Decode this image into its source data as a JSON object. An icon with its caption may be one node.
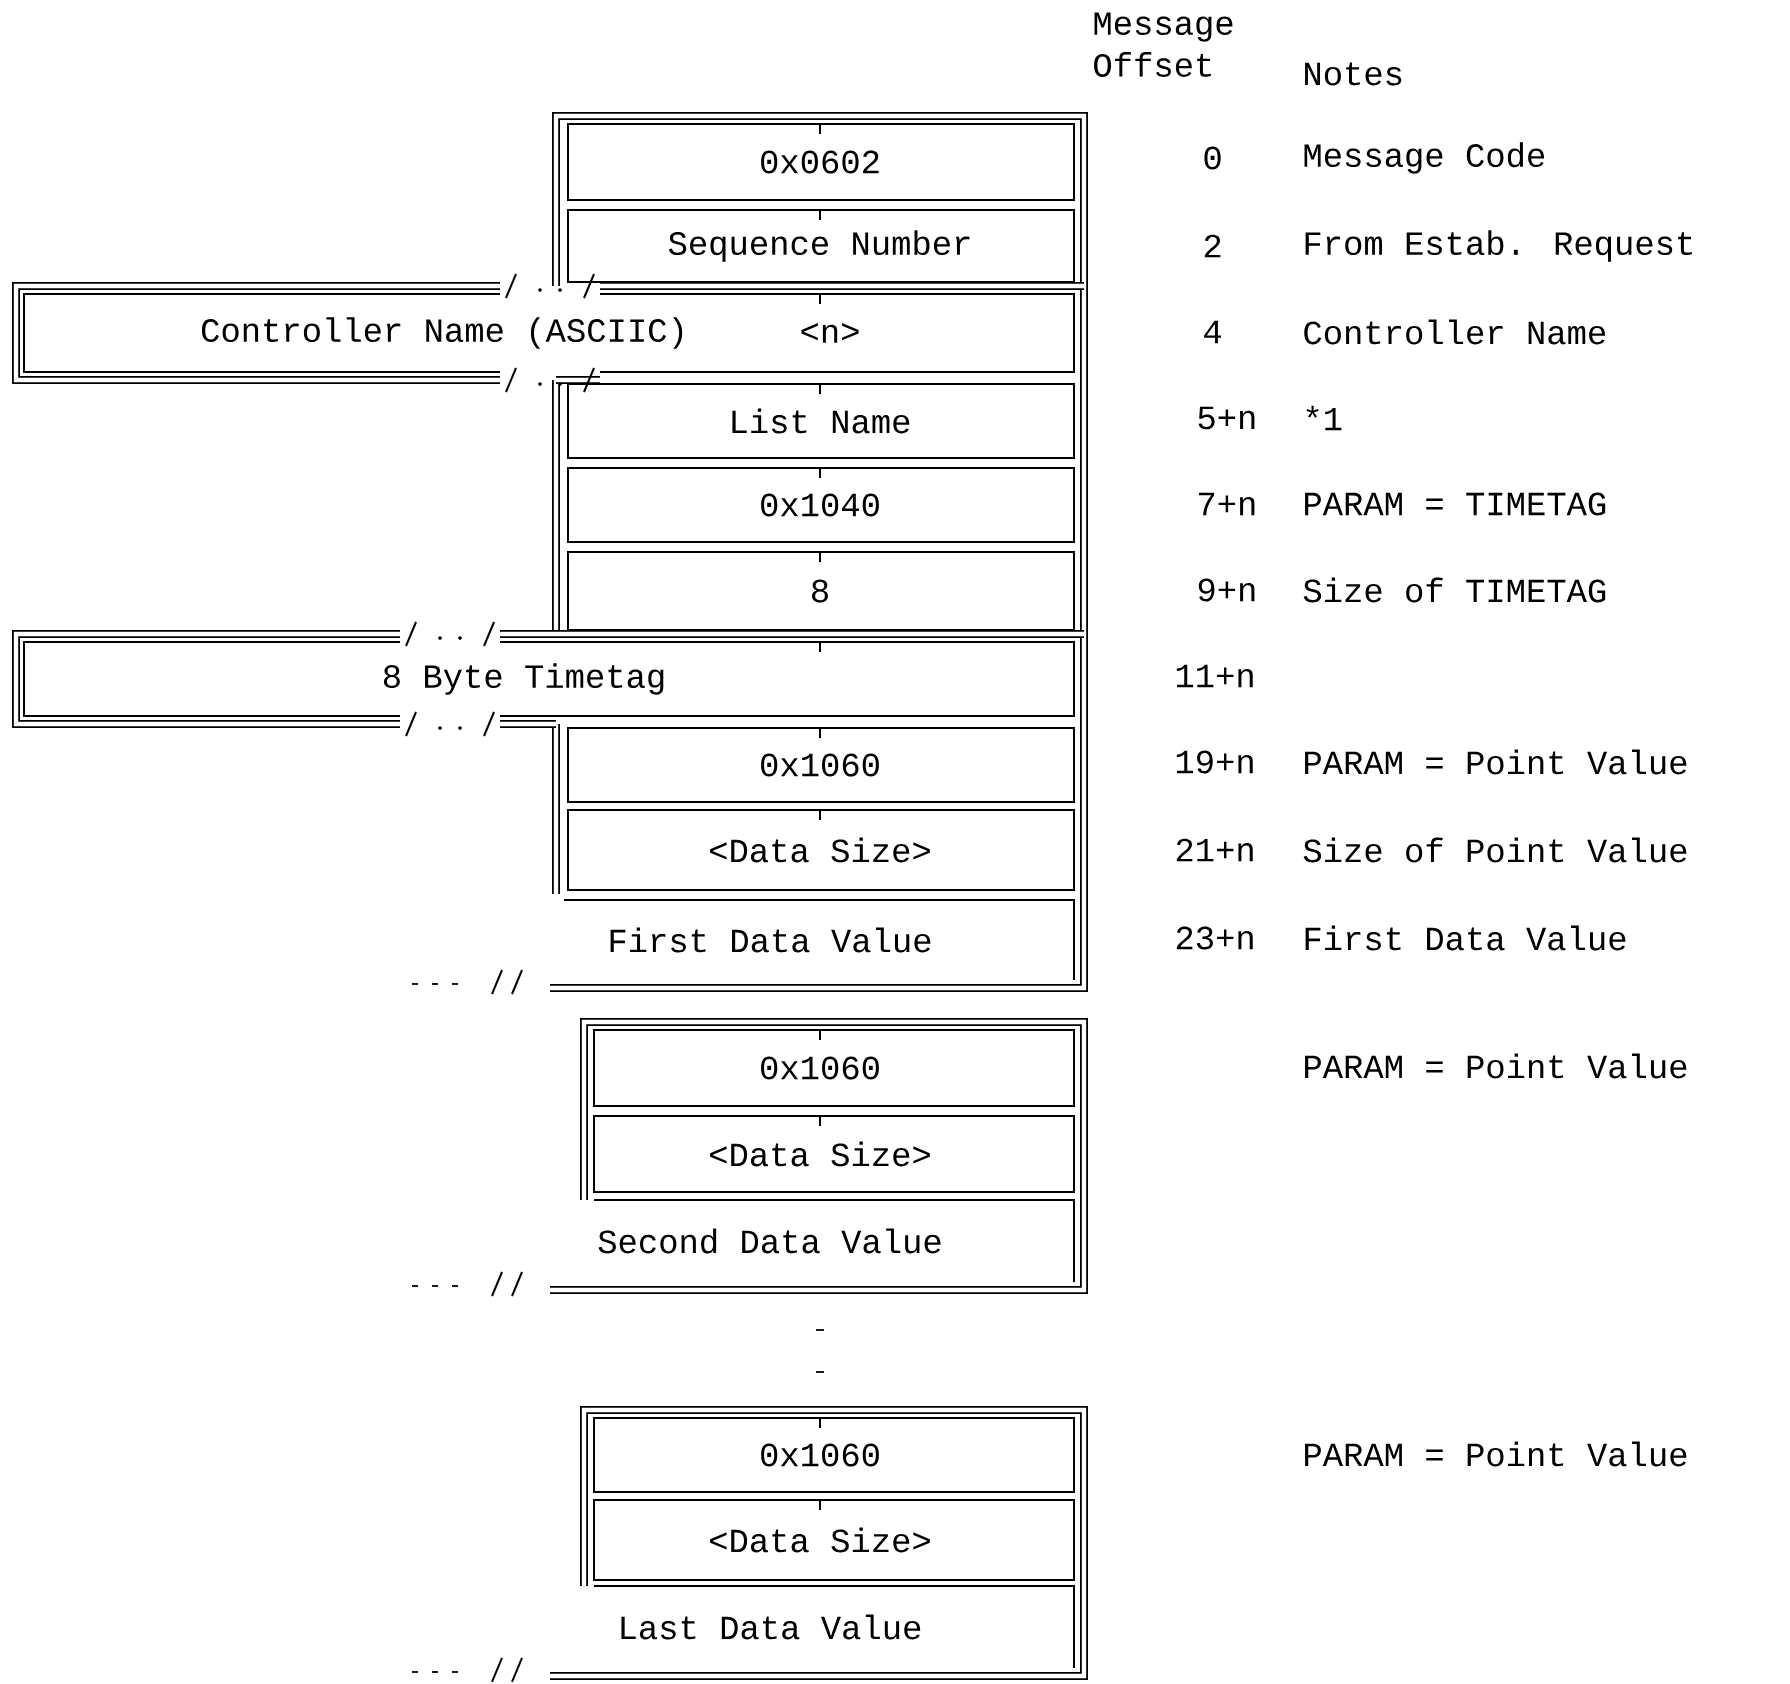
{
  "diagram": {
    "nodes": [
      {
        "text": [
          "0x0602"
        ]
      },
      {
        "text": [
          "Sequence Number"
        ]
      },
      {
        "text": [
          "Controller Name (ASCIIC)",
          "<n>"
        ]
      },
      {
        "text": [
          "List Name"
        ]
      },
      {
        "text": [
          "0x1040"
        ]
      },
      {
        "text": [
          "8"
        ]
      },
      {
        "text": [
          "8 Byte Timetag"
        ]
      },
      {
        "text": [
          "0x1060"
        ]
      },
      {
        "text": [
          "<Data Size>"
        ]
      },
      {
        "text": [
          "First Data Value"
        ]
      },
      {
        "text": [
          "0x1060"
        ]
      },
      {
        "text": [
          "<Data Size>"
        ]
      },
      {
        "text": [
          "Second Data Value"
        ]
      },
      {
        "text": [
          "0x1060"
        ]
      },
      {
        "text": [
          "<Data Size>"
        ]
      },
      {
        "text": [
          "Last Data Value"
        ]
      }
    ],
    "labels": [
      "Message Offset",
      "Notes",
      "0",
      "Message Code",
      "2",
      "From Estab. Request",
      "4",
      "Controller Name",
      "5+n",
      "*1",
      "7+n",
      "PARAM = TIMETAG",
      "9+n",
      "Size of TIMETAG",
      "11+n",
      "19+n",
      "PARAM = Point Value",
      "21+n",
      "Size of Point Value",
      "23+n",
      "First Data Value",
      "PARAM = Point Value",
      "PARAM = Point Value"
    ]
  }
}
